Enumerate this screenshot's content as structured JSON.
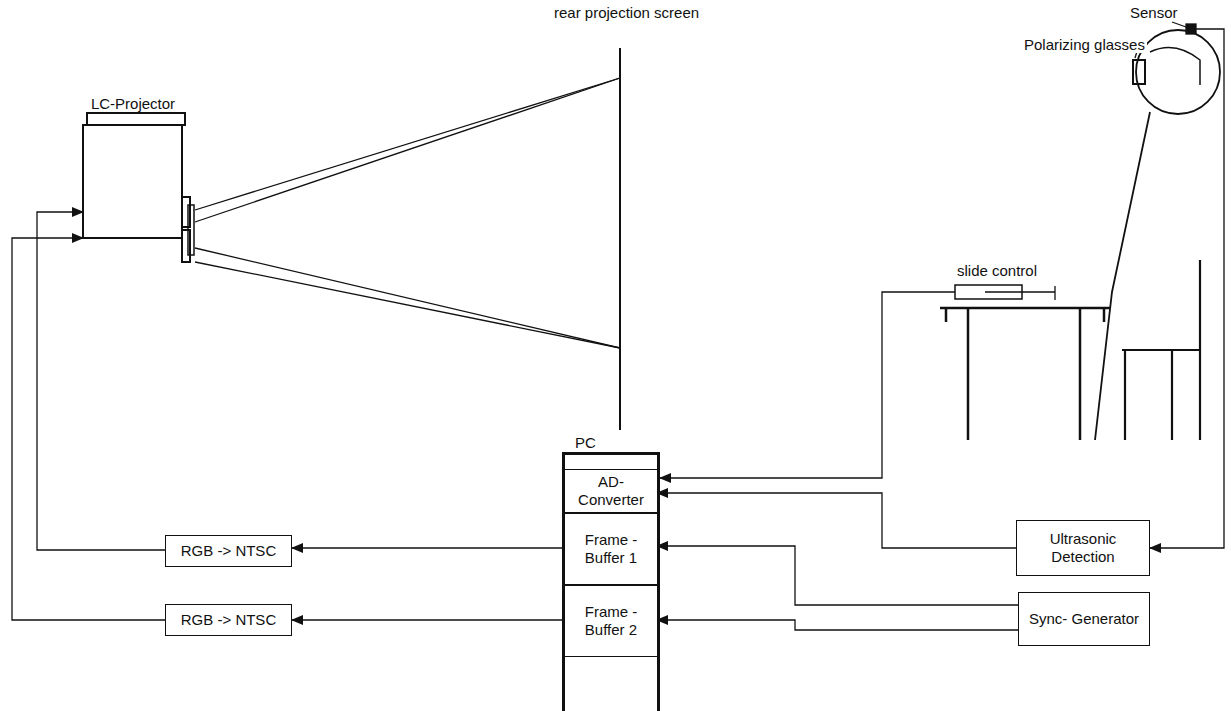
{
  "diagram": {
    "nodes": [
      {
        "text": [
          "LC-Projector"
        ]
      },
      {
        "text": [
          "PC"
        ]
      },
      {
        "text": [
          "AD- Converter"
        ],
        "in": 1
      },
      {
        "text": [
          "Frame - Buffer 1"
        ],
        "in": 1
      },
      {
        "text": [
          "Frame - Buffer 2"
        ],
        "in": 1
      },
      {
        "text": [
          "RGB -> NTSC"
        ]
      },
      {
        "text": [
          "RGB -> NTSC"
        ]
      },
      {
        "text": [
          "Ultrasonic Detection"
        ]
      },
      {
        "text": [
          "Sync- Generator"
        ]
      }
    ],
    "edges": [
      {
        "from": 3,
        "to": 5,
        "arrow": "to"
      },
      {
        "from": 5,
        "to": 0,
        "arrow": "to"
      },
      {
        "from": 4,
        "to": 6,
        "arrow": "to"
      },
      {
        "from": 6,
        "to": 0,
        "arrow": "to"
      },
      {
        "from": 8,
        "to": 3,
        "arrow": "to"
      },
      {
        "from": 8,
        "to": 4,
        "arrow": "to"
      },
      {
        "from": 7,
        "to": 2,
        "arrow": "to"
      }
    ],
    "labels": [
      "rear projection screen",
      "Sensor",
      "Polarizing glasses",
      "slide control"
    ]
  }
}
